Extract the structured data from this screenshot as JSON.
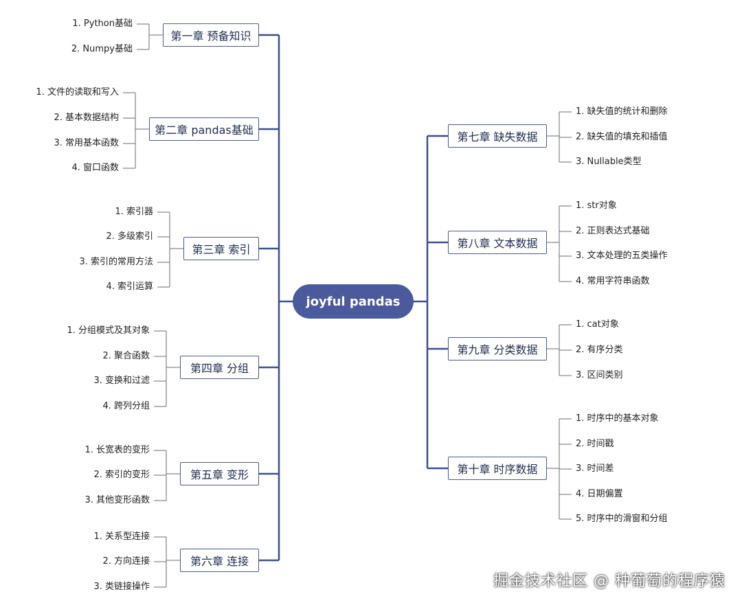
{
  "root": "joyful pandas",
  "colors": {
    "line": "#3d4f8c",
    "root_fill": "#4a5a9c",
    "branch": "#6b6b6b"
  },
  "left_chapters": [
    {
      "title": "第一章 预备知识",
      "items": [
        "1. Python基础",
        "2. Numpy基础"
      ]
    },
    {
      "title": "第二章 pandas基础",
      "items": [
        "1. 文件的读取和写入",
        "2. 基本数据结构",
        "3. 常用基本函数",
        "4. 窗口函数"
      ]
    },
    {
      "title": "第三章 索引",
      "items": [
        "1. 索引器",
        "2. 多级索引",
        "3. 索引的常用方法",
        "4. 索引运算"
      ]
    },
    {
      "title": "第四章 分组",
      "items": [
        "1. 分组模式及其对象",
        "2. 聚合函数",
        "3. 变换和过滤",
        "4. 跨列分组"
      ]
    },
    {
      "title": "第五章 变形",
      "items": [
        "1. 长宽表的变形",
        "2. 索引的变形",
        "3. 其他变形函数"
      ]
    },
    {
      "title": "第六章 连接",
      "items": [
        "1. 关系型连接",
        "2. 方向连接",
        "3. 类链接操作"
      ]
    }
  ],
  "right_chapters": [
    {
      "title": "第七章 缺失数据",
      "items": [
        "1. 缺失值的统计和删除",
        "2. 缺失值的填充和插值",
        "3. Nullable类型"
      ]
    },
    {
      "title": "第八章 文本数据",
      "items": [
        "1. str对象",
        "2. 正则表达式基础",
        "3. 文本处理的五类操作",
        "4. 常用字符串函数"
      ]
    },
    {
      "title": "第九章 分类数据",
      "items": [
        "1. cat对象",
        "2. 有序分类",
        "3. 区间类别"
      ]
    },
    {
      "title": "第十章 时序数据",
      "items": [
        "1. 时序中的基本对象",
        "2. 时间戳",
        "3. 时间差",
        "4. 日期偏置",
        "5. 时序中的滑窗和分组"
      ]
    }
  ],
  "watermark": "掘金技术社区 @ 种葡萄的程序猿"
}
